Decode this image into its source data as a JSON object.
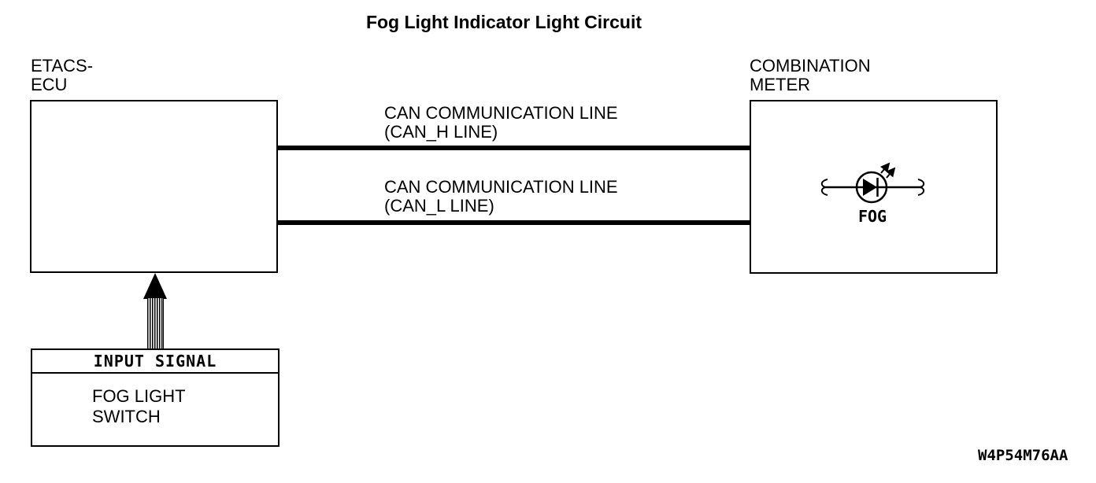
{
  "title": "Fog Light Indicator Light Circuit",
  "colors": {
    "ink": "#000000",
    "background": "#ffffff"
  },
  "etacs_ecu": {
    "label": "ETACS-\nECU"
  },
  "combination_meter": {
    "label": "COMBINATION\nMETER",
    "indicator_label": "FOG"
  },
  "can_lines": [
    {
      "label_line1": "CAN COMMUNICATION LINE",
      "label_line2": "(CAN_H LINE)"
    },
    {
      "label_line1": "CAN COMMUNICATION LINE",
      "label_line2": "(CAN_L LINE)"
    }
  ],
  "input_signal": {
    "header": "INPUT SIGNAL",
    "source": "FOG LIGHT\nSWITCH"
  },
  "figure_code": "W4P54M76AA"
}
